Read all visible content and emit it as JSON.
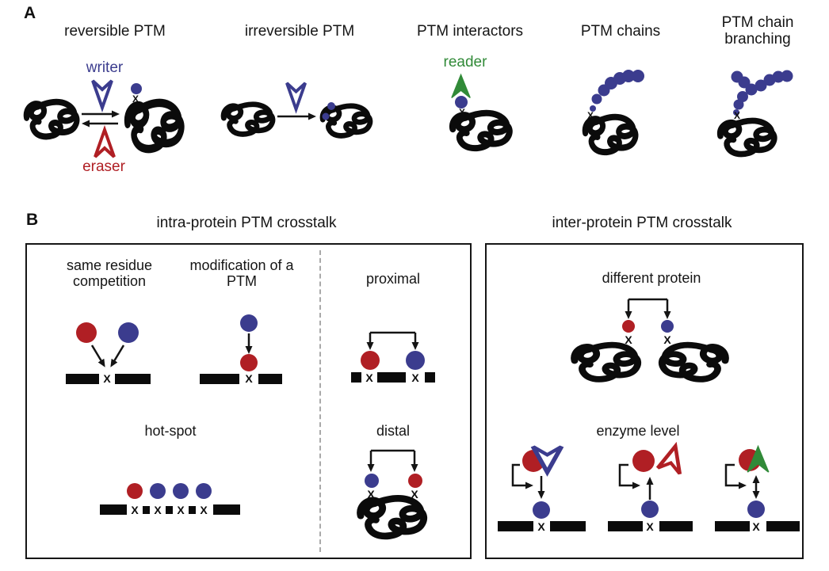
{
  "panel_a": {
    "label": "A",
    "items": [
      {
        "title": "reversible PTM",
        "writer_label": "writer",
        "eraser_label": "eraser"
      },
      {
        "title": "irreversible PTM"
      },
      {
        "title": "PTM interactors",
        "reader_label": "reader"
      },
      {
        "title": "PTM chains"
      },
      {
        "title": "PTM chain branching"
      }
    ]
  },
  "panel_b": {
    "label": "B",
    "intra": {
      "title": "intra-protein PTM crosstalk",
      "sections": [
        {
          "label": "same residue competition"
        },
        {
          "label": "modification of a PTM"
        },
        {
          "label": "proximal"
        },
        {
          "label": "hot-spot"
        },
        {
          "label": "distal"
        }
      ]
    },
    "inter": {
      "title": "inter-protein PTM crosstalk",
      "sections": [
        {
          "label": "different protein"
        },
        {
          "label": "enzyme level"
        }
      ]
    }
  },
  "markers": {
    "x": "X"
  },
  "colors": {
    "ptm_blue": "#3b3c8e",
    "ptm_red": "#b01f24",
    "reader_green": "#318a38",
    "ink_black": "#111111"
  }
}
